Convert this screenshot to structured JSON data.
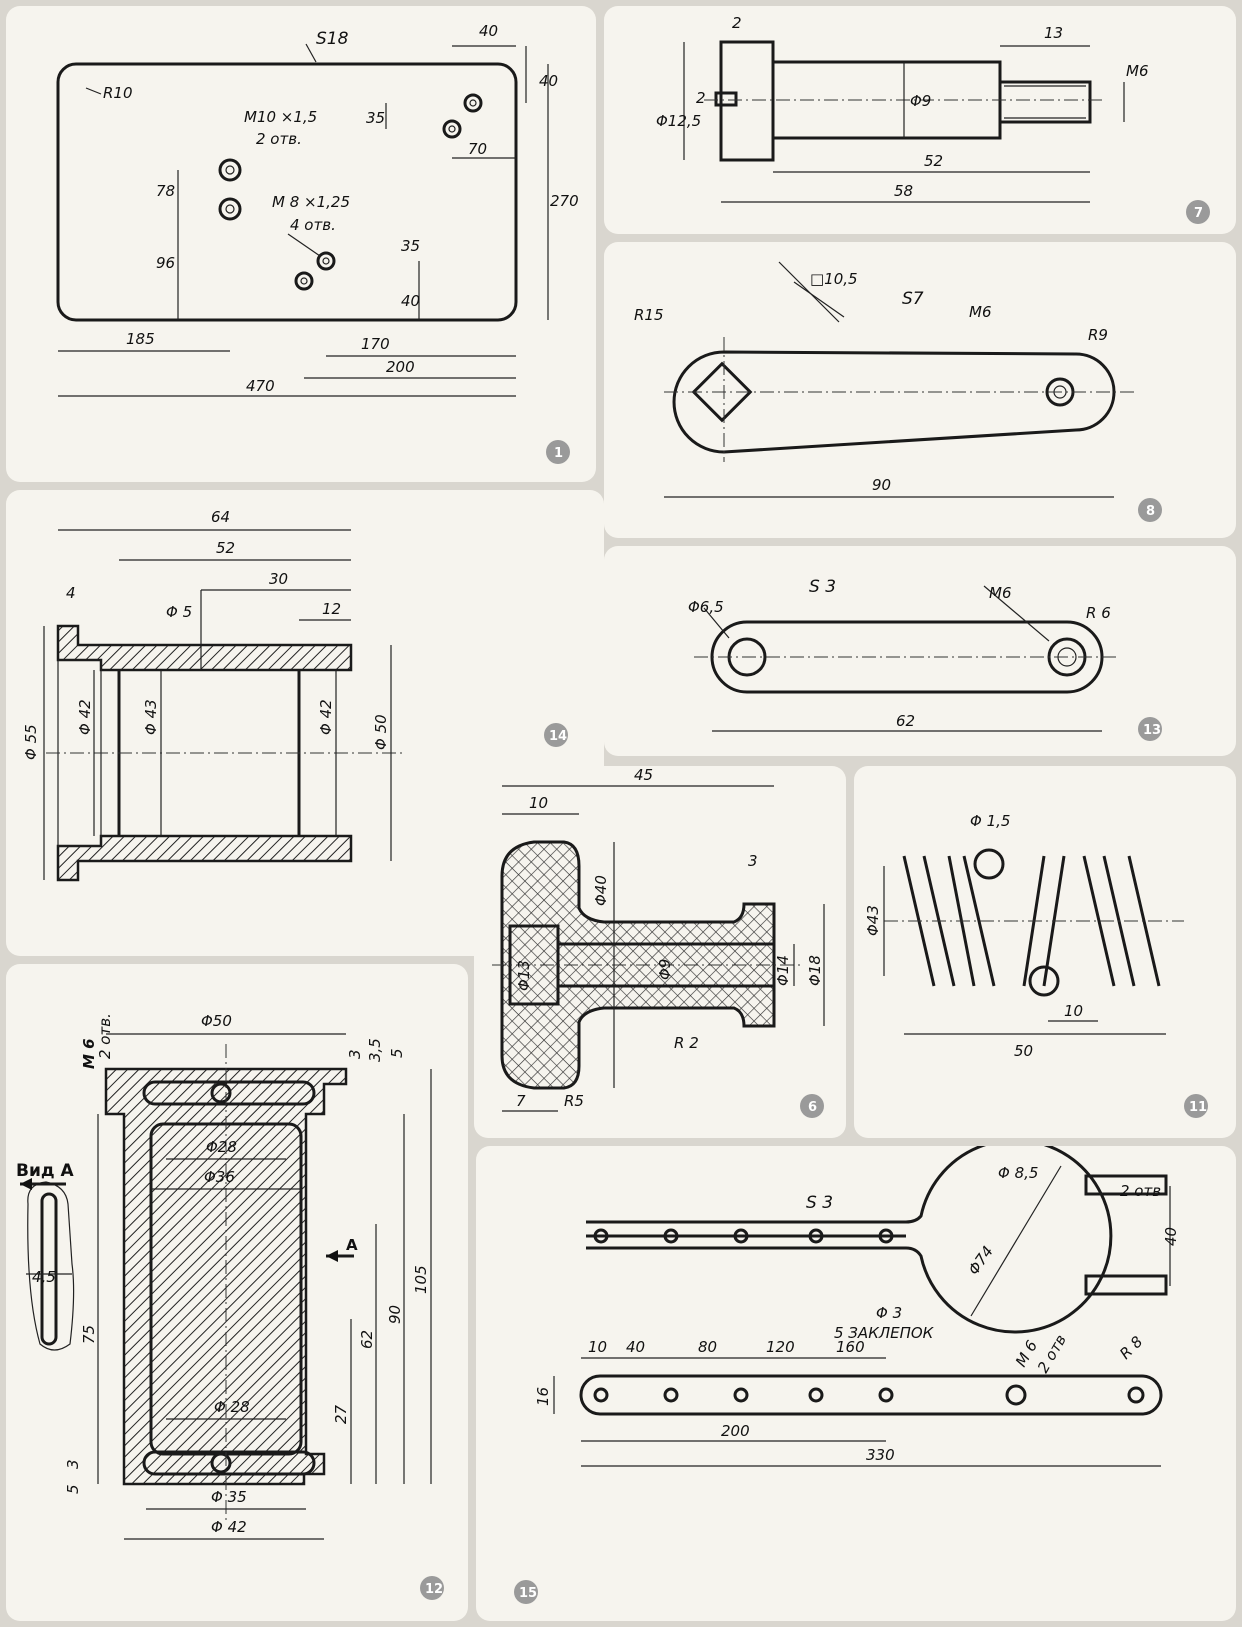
{
  "panels": {
    "p1": {
      "number": "1",
      "labels": {
        "thickness": "S18",
        "radius": "R10",
        "thread_a": "M10 ×1,5",
        "thread_a_count": "2 отв.",
        "thread_b": "M 8 ×1,25",
        "thread_b_count": "4 отв.",
        "d40a": "40",
        "d40b": "40",
        "d35a": "35",
        "d70": "70",
        "d270": "270",
        "d78": "78",
        "d96": "96",
        "d35b": "35",
        "d40c": "40",
        "d185": "185",
        "d170": "170",
        "d200": "200",
        "d470": "470"
      }
    },
    "p7": {
      "number": "7",
      "labels": {
        "d2a": "2",
        "d2b": "2",
        "d13": "13",
        "m6": "M6",
        "dia125": "Φ12,5",
        "dia9": "Φ9",
        "d52": "52",
        "d58": "58"
      }
    },
    "p8": {
      "number": "8",
      "labels": {
        "sq": "□10,5",
        "thickness": "S7",
        "r15": "R15",
        "m6": "M6",
        "r9": "R9",
        "d90": "90"
      }
    },
    "p13": {
      "number": "13",
      "labels": {
        "dia65": "Φ6,5",
        "thickness": "S 3",
        "m6": "M6",
        "r6": "R 6",
        "d62": "62"
      }
    },
    "p14": {
      "number": "14",
      "labels": {
        "d64": "64",
        "d52": "52",
        "d30": "30",
        "d4": "4",
        "dia5": "Φ 5",
        "d12": "12",
        "dia55": "Φ 55",
        "dia42a": "Φ 42",
        "dia43": "Φ 43",
        "dia42b": "Φ 42",
        "dia50": "Φ 50"
      }
    },
    "p6": {
      "number": "6",
      "labels": {
        "d45": "45",
        "d10": "10",
        "dia40": "Φ40",
        "d3": "3",
        "dia13": "Φ13",
        "dia9": "Φ9",
        "dia14": "Φ14",
        "dia18": "Φ18",
        "r2": "R 2",
        "d7": "7",
        "r5": "R5"
      }
    },
    "p11": {
      "number": "11",
      "labels": {
        "dia15": "Φ 1,5",
        "dia43": "Φ43",
        "d10": "10",
        "d50": "50"
      }
    },
    "p12": {
      "number": "12",
      "labels": {
        "m6": "M 6",
        "holes": "2 отв.",
        "dia50": "Φ50",
        "d3a": "3",
        "d35": "3,5",
        "d5a": "5",
        "dia28a": "Φ28",
        "dia36": "Φ36",
        "view_a": "Вид А",
        "arrow_a": "А",
        "d105": "105",
        "d90": "90",
        "d62": "62",
        "d45": "4,5",
        "d75": "75",
        "dia28b": "Φ 28",
        "d27": "27",
        "d3b": "3",
        "d5b": "5",
        "dia35": "Φ 35",
        "dia42": "Φ 42"
      }
    },
    "p15": {
      "number": "15",
      "labels": {
        "dia85": "Φ 8,5",
        "holes_a": "2 отв",
        "thickness": "S 3",
        "d40": "40",
        "dia74": "Φ74",
        "rivet_dia": "Φ 3",
        "rivets": "5 ЗАКЛЕПОК",
        "t10": "10",
        "t40": "40",
        "t80": "80",
        "t120": "120",
        "t160": "160",
        "m6": "M 6",
        "holes_b": "2 отв",
        "r8": "R 8",
        "d16": "16",
        "d200": "200",
        "d330": "330"
      }
    }
  }
}
